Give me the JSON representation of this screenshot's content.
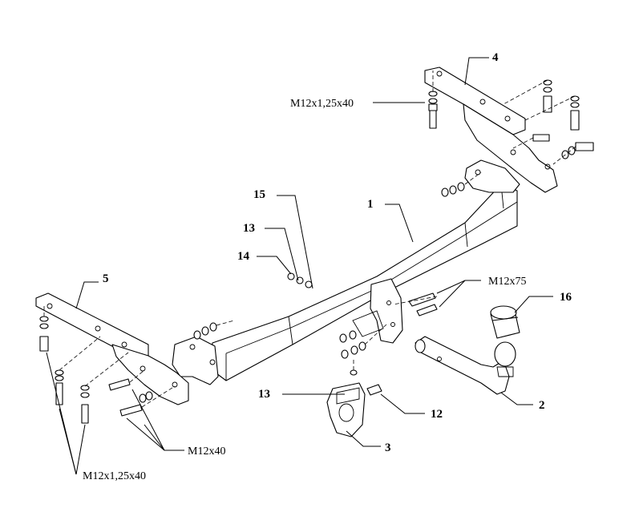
{
  "labels": {
    "part_1": "1",
    "part_2": "2",
    "part_3": "3",
    "part_4": "4",
    "part_5": "5",
    "part_12": "12",
    "part_13_upper": "13",
    "part_13_lower": "13",
    "part_14": "14",
    "part_15": "15",
    "part_16": "16",
    "bolt_m12x125x40_top": "M12x1,25x40",
    "bolt_m12x125x40_bottom": "M12x1,25x40",
    "bolt_m12x75": "M12x75",
    "bolt_m12x40": "M12x40"
  },
  "colors": {
    "line": "#000000",
    "background": "#ffffff"
  }
}
